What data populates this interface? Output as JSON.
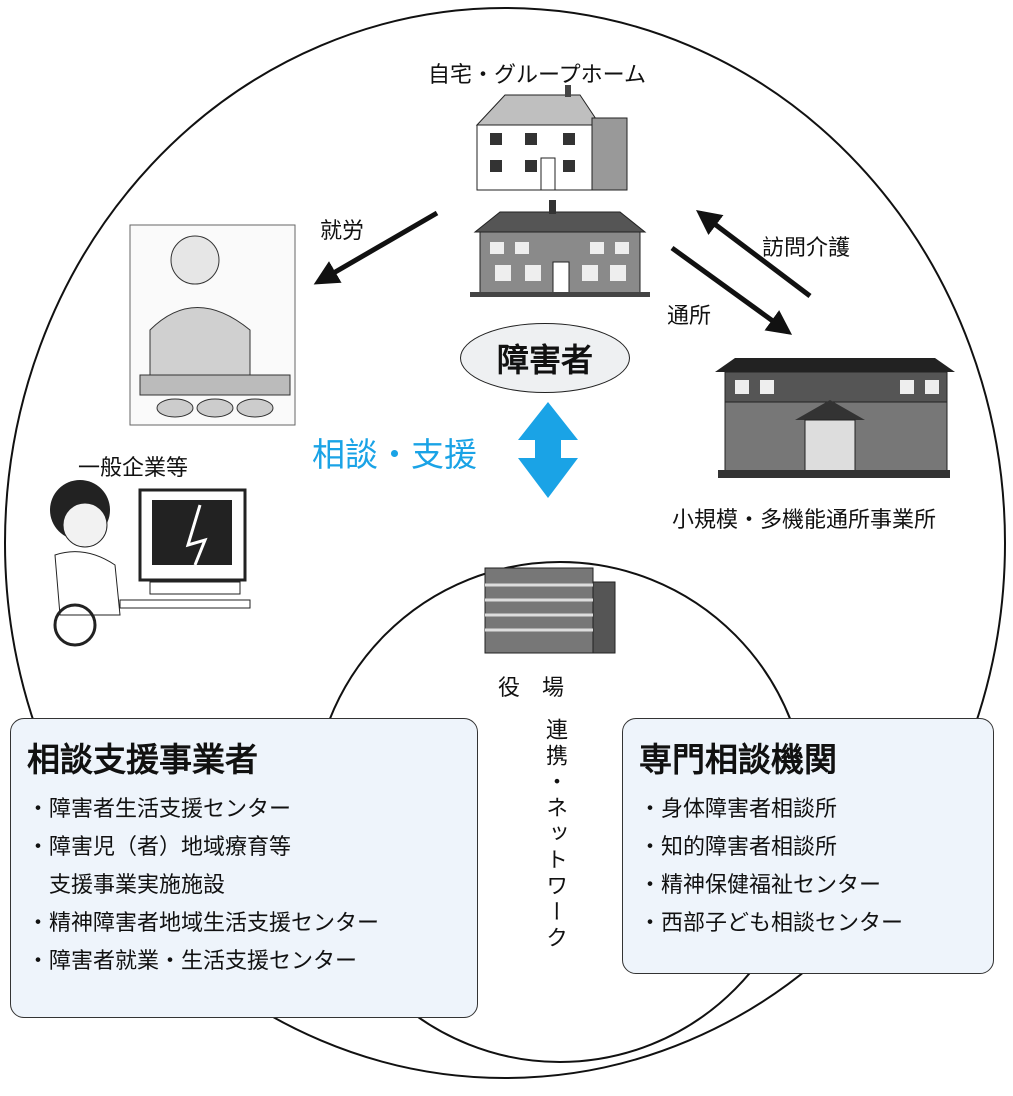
{
  "center": {
    "label": "障害者"
  },
  "labels": {
    "home": "自宅・グループホーム",
    "work": "就労",
    "visit_care": "訪問介護",
    "commute": "通所",
    "company": "一般企業等",
    "facility": "小規模・多機能通所事業所",
    "office": "役　場",
    "consult_support": "相談・支援",
    "network": "連携・ネットワーク"
  },
  "left_box": {
    "title": "相談支援事業者",
    "items": [
      "障害者生活支援センター",
      "障害児（者）地域療育等",
      "支援事業実施施設",
      "精神障害者地域生活支援センター",
      "障害者就業・生活支援センター"
    ]
  },
  "right_box": {
    "title": "専門相談機関",
    "items": [
      "身体障害者相談所",
      "知的障害者相談所",
      "精神保健福祉センター",
      "西部子ども相談センター"
    ]
  },
  "colors": {
    "accent": "#1aa3e6",
    "box_bg": "#eef4fb"
  }
}
